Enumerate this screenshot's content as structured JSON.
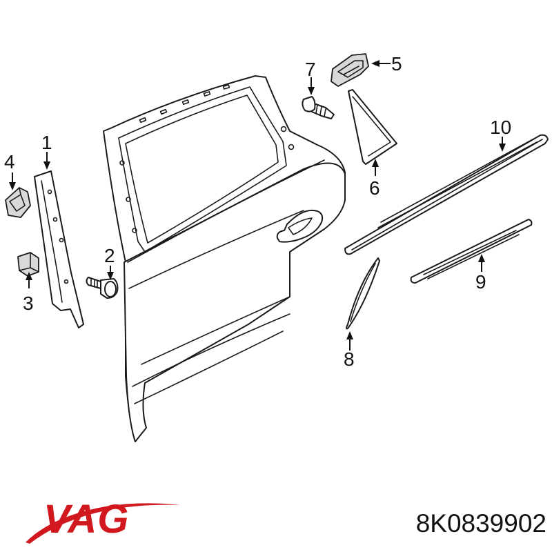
{
  "diagram": {
    "callouts": {
      "c1": "1",
      "c2": "2",
      "c3": "3",
      "c4": "4",
      "c5": "5",
      "c6": "6",
      "c7": "7",
      "c8": "8",
      "c9": "9",
      "c10": "10"
    }
  },
  "brand": {
    "logo_text": "VAG",
    "logo_color": "#d1181f"
  },
  "part_number": "8K0839902"
}
